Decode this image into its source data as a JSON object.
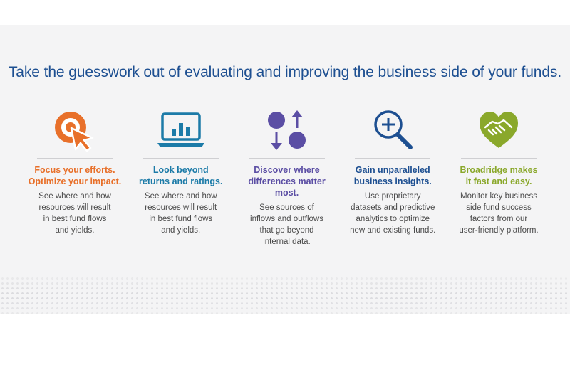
{
  "headline": "Take the guesswork out of evaluating and improving the business side of your funds.",
  "colors": {
    "headline": "#1d4f91",
    "orange": "#e8702a",
    "teal": "#1c7ba8",
    "purple": "#5b4ea4",
    "navy": "#1d4f91",
    "green": "#8aa82b"
  },
  "features": [
    {
      "icon": "target-cursor-icon",
      "title": "Focus your efforts.\nOptimize your impact.",
      "description": "See where and how\nresources will result\nin best fund flows\nand yields."
    },
    {
      "icon": "laptop-chart-icon",
      "title": "Look beyond\nreturns and ratings.",
      "description": "See where and how\nresources will result\nin best fund flows\nand yields."
    },
    {
      "icon": "flow-arrows-icon",
      "title": "Discover where\ndifferences matter most.",
      "description": "See sources of\ninflows and outflows\nthat go beyond\ninternal data."
    },
    {
      "icon": "magnifier-plus-icon",
      "title": "Gain unparalleled\nbusiness insights.",
      "description": "Use proprietary\ndatasets and predictive\nanalytics to optimize\nnew and existing funds."
    },
    {
      "icon": "handshake-heart-icon",
      "title": "Broadridge makes\nit fast and easy.",
      "description": "Monitor key business\nside fund success\nfactors from our\nuser-friendly platform."
    }
  ]
}
